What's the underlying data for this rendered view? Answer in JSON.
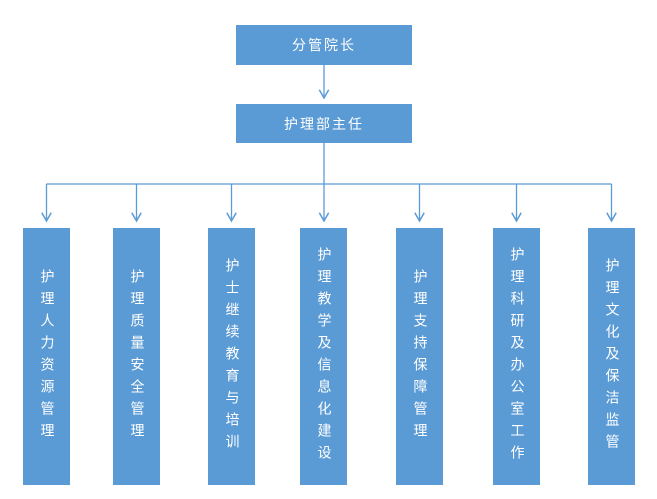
{
  "org": {
    "root": {
      "label": "分管院长"
    },
    "director": {
      "label": "护理部主任"
    },
    "departments": [
      {
        "label": "护理人力资源管理"
      },
      {
        "label": "护理质量安全管理"
      },
      {
        "label": "护士继续教育与培训"
      },
      {
        "label": "护理教学及信息化建设"
      },
      {
        "label": "护理支持保障管理"
      },
      {
        "label": "护理科研及办公室工作"
      },
      {
        "label": "护理文化及保洁监管"
      }
    ],
    "colors": {
      "box_fill": "#5B9BD5",
      "connector": "#5B9BD5",
      "text": "#FFFFFF",
      "background": "#FFFFFF"
    }
  },
  "chart_data": {
    "type": "table",
    "title": "",
    "hierarchy": {
      "level_1": "分管院长",
      "level_2": "护理部主任",
      "level_3": [
        "护理人力资源管理",
        "护理质量安全管理",
        "护士继续教育与培训",
        "护理教学及信息化建设",
        "护理支持保障管理",
        "护理科研及办公室工作",
        "护理文化及保洁监管"
      ]
    }
  }
}
